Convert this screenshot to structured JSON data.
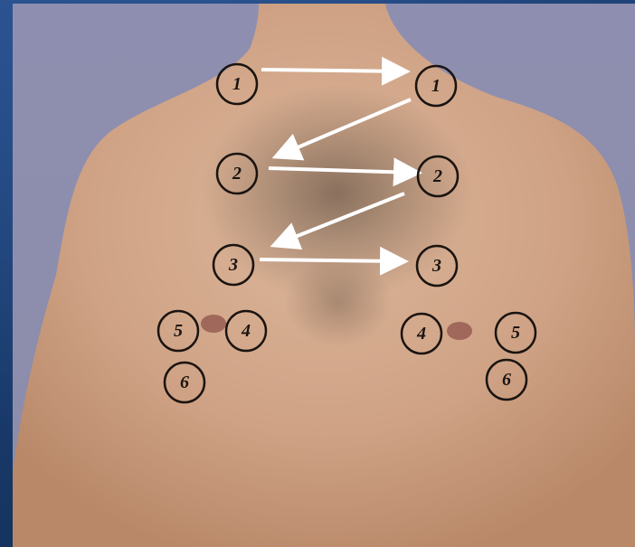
{
  "figure": {
    "subject": "male chest auscultation points",
    "background_color": "#1c3d70",
    "marker_color": "#1a1410",
    "arrow_color": "#ffffff",
    "markers": [
      {
        "label": "1",
        "side": "right"
      },
      {
        "label": "1",
        "side": "left"
      },
      {
        "label": "2",
        "side": "right"
      },
      {
        "label": "2",
        "side": "left"
      },
      {
        "label": "3",
        "side": "right"
      },
      {
        "label": "3",
        "side": "left"
      },
      {
        "label": "5",
        "side": "right"
      },
      {
        "label": "4",
        "side": "right"
      },
      {
        "label": "4",
        "side": "left"
      },
      {
        "label": "5",
        "side": "left"
      },
      {
        "label": "6",
        "side": "right"
      },
      {
        "label": "6",
        "side": "left"
      }
    ],
    "arrow_sequence": [
      "1 → 1",
      "1 → 2",
      "2 → 2",
      "2 → 3",
      "3 → 3"
    ]
  }
}
